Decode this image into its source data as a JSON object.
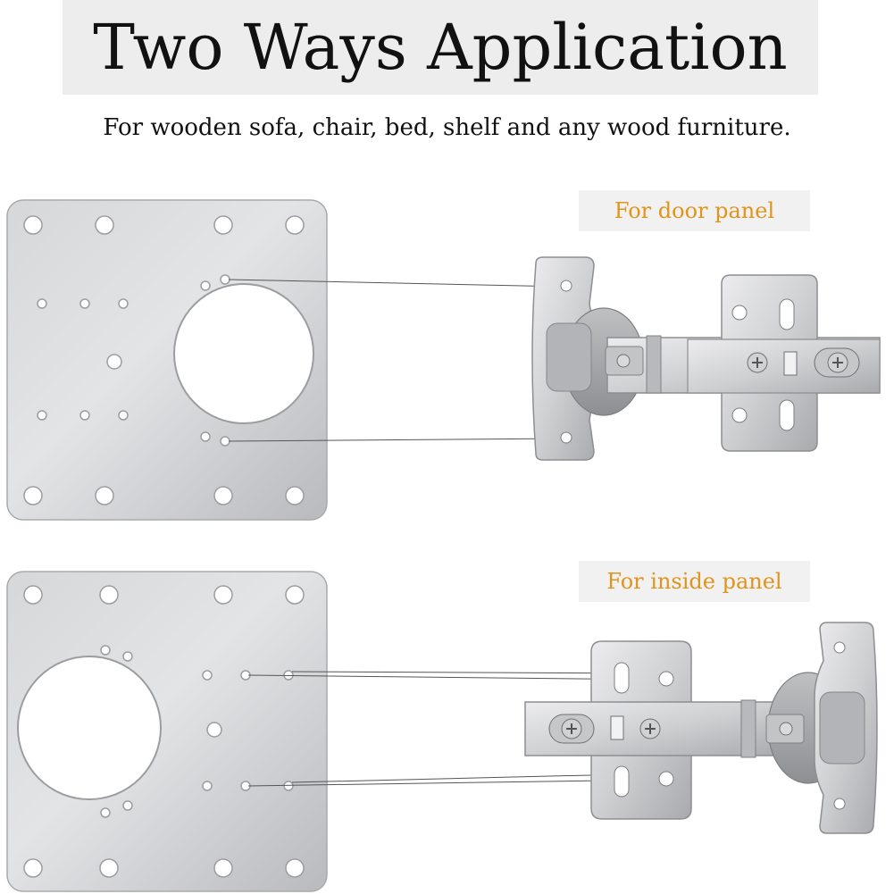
{
  "title": "Two Ways Application",
  "subtitle": "For wooden sofa, chair, bed, shelf and any wood furniture.",
  "labels": {
    "door_panel": "For door panel",
    "inside_panel": "For inside panel"
  },
  "colors": {
    "label_text": "#e0941c",
    "banner_bg": "#ededed",
    "plate_metal": "#c9cacc",
    "hinge_metal": "#d4d4d6"
  }
}
